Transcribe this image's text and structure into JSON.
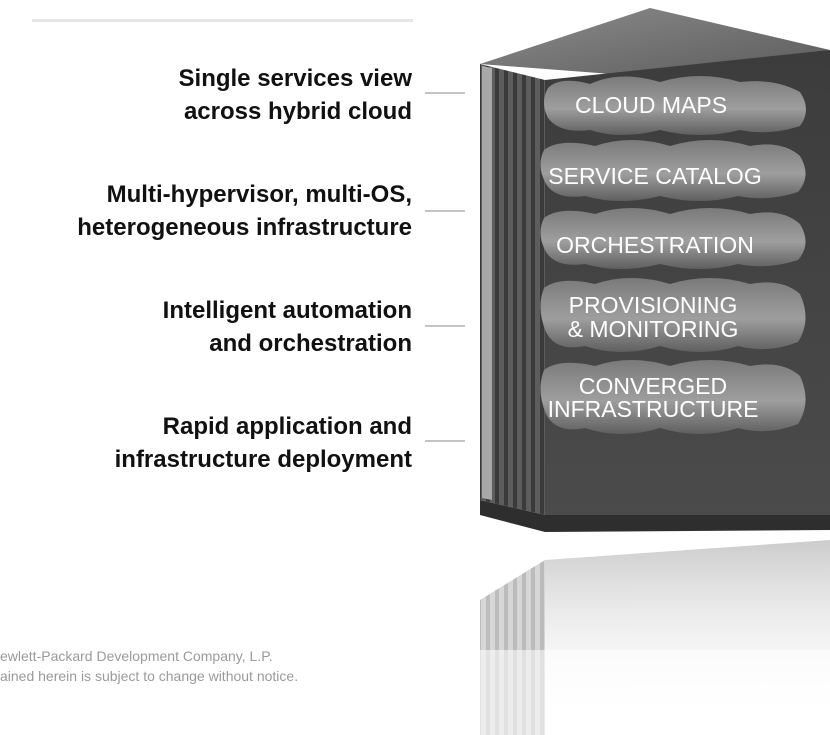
{
  "callouts": [
    {
      "line1": "Single services view",
      "line2": "across hybrid cloud"
    },
    {
      "line1": "Multi-hypervisor, multi-OS,",
      "line2": "heterogeneous infrastructure"
    },
    {
      "line1": "Intelligent automation",
      "line2": "and orchestration"
    },
    {
      "line1": "Rapid application and",
      "line2": "infrastructure deployment"
    }
  ],
  "layers": [
    {
      "label": "CLOUD MAPS"
    },
    {
      "label": "SERVICE CATALOG"
    },
    {
      "label": "ORCHESTRATION"
    },
    {
      "label": "PROVISIONING",
      "label2": "& MONITORING"
    },
    {
      "label": "CONVERGED",
      "label2": "INFRASTRUCTURE"
    }
  ],
  "legal": {
    "line1": "ewlett-Packard Development Company, L.P.",
    "line2": "ained herein is subject to change without notice."
  }
}
